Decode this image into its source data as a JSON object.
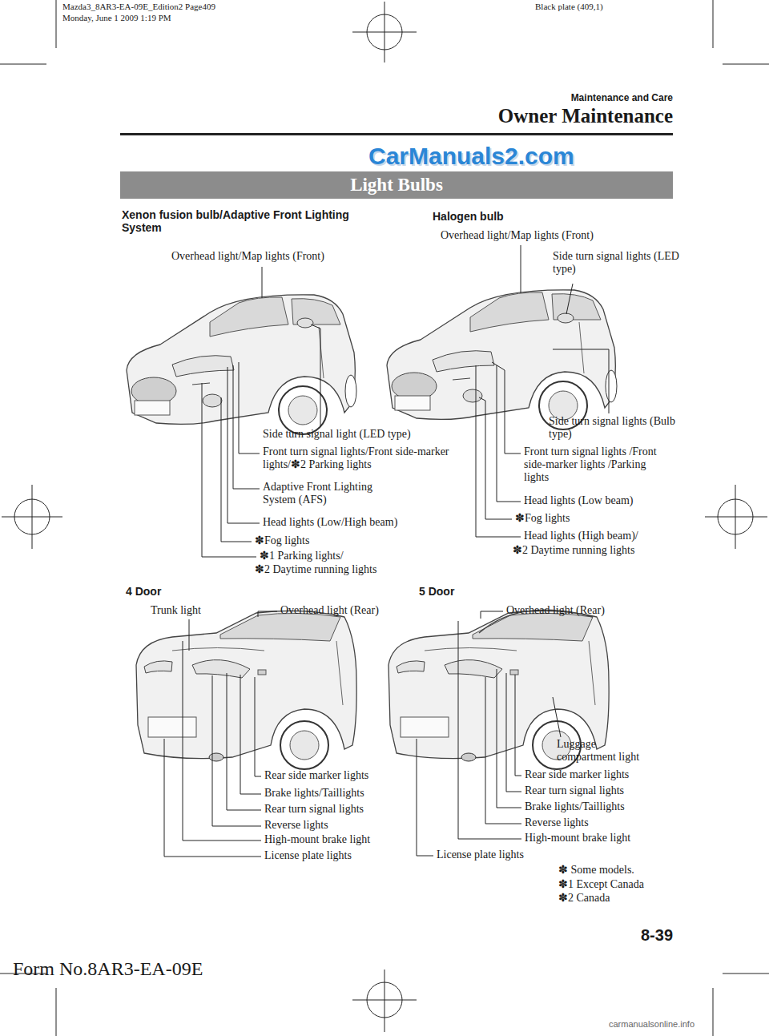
{
  "diagram": {
    "nodes": [
      {
        "text": [
          "Light Bulbs"
        ]
      }
    ],
    "labels": [
      "Black plate (409,1)",
      "Mazda3_8AR3-EA-09E_Edition2 Page409",
      "Monday, June 1 2009 1:19 PM",
      "Maintenance and Care",
      "Owner Maintenance",
      "CarManuals2.com",
      "Xenon fusion bulb/Adaptive Front Lighting System",
      "Halogen bulb",
      "Overhead light/Map lights (Front)",
      "Side turn signal lights (LED type)",
      "Overhead light/Map lights (Front)",
      "Side turn signal lights (Bulb type)",
      "Side turn signal light (LED type)",
      "Front turn signal lights/Front side-marker lights/✽2 Parking lights",
      "Front turn signal lights /Front side-marker lights /Parking lights",
      "Adaptive Front Lighting System (AFS)",
      "Head lights (Low beam)",
      "Head lights (Low/High beam)",
      "✽Fog lights",
      "✽Fog lights",
      "Head lights (High beam)/",
      "✽2 Daytime running lights",
      "✽1 Parking lights/",
      "✽2 Daytime running lights",
      "4 Door",
      "5 Door",
      "Trunk light",
      "Overhead light (Rear)",
      "Overhead light (Rear)",
      "Luggage compartment light",
      "Rear side marker lights",
      "Rear side marker lights",
      "Brake lights/Taillights",
      "Rear turn signal lights",
      "Rear turn signal lights",
      "Brake lights/Taillights",
      "Reverse lights",
      "Reverse lights",
      "High-mount brake  light",
      "High-mount brake light",
      "License plate lights",
      "License plate lights",
      "✽ Some models.",
      "✽1 Except Canada",
      "✽2 Canada",
      "8-39",
      "Form No.8AR3-EA-09E",
      "carmanualsonline.info"
    ]
  }
}
